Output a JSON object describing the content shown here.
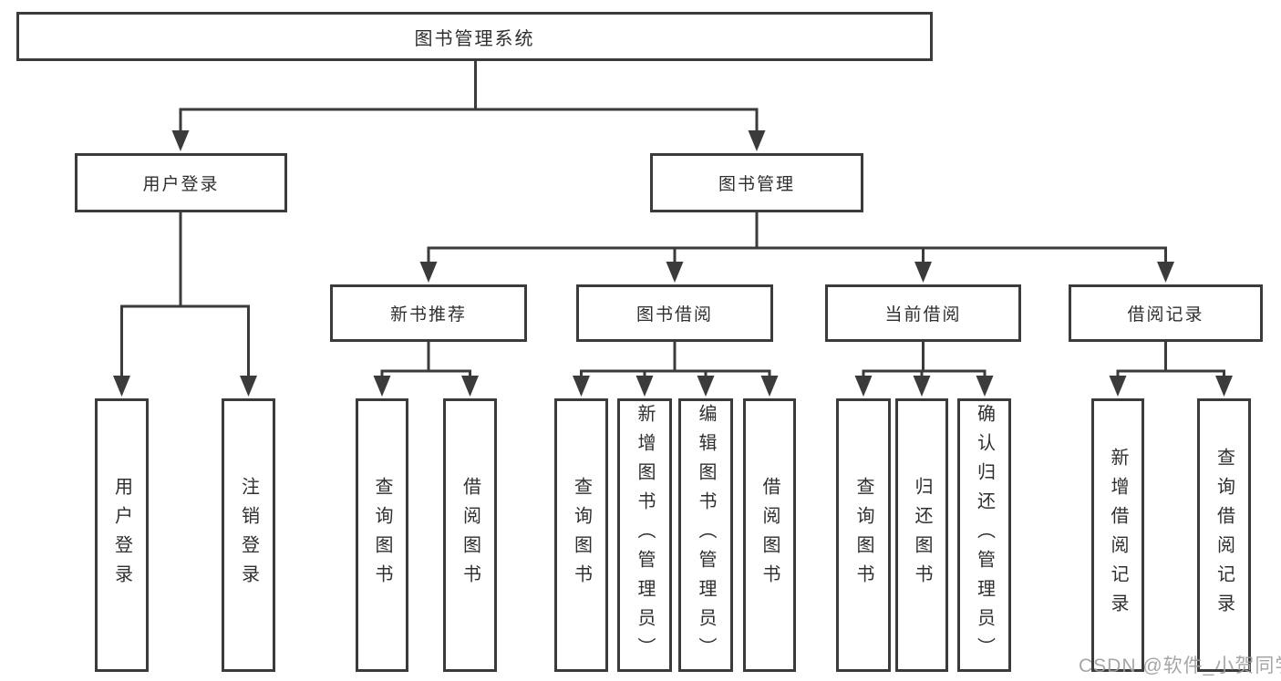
{
  "diagram": {
    "root_label": "图书管理系统",
    "user_login": {
      "label": "用户登录",
      "children": [
        "用户登录",
        "注销登录"
      ]
    },
    "book_management": {
      "label": "图书管理",
      "groups": [
        {
          "label": "新书推荐",
          "children": [
            "查询图书",
            "借阅图书"
          ]
        },
        {
          "label": "图书借阅",
          "children": [
            "查询图书",
            "新增图书（管理员）",
            "编辑图书（管理员）",
            "借阅图书"
          ]
        },
        {
          "label": "当前借阅",
          "children": [
            "查询图书",
            "归还图书",
            "确认归还（管理员）"
          ]
        },
        {
          "label": "借阅记录",
          "children": [
            "新增借阅记录",
            "查询借阅记录"
          ]
        }
      ]
    }
  },
  "watermark": "CSDN @软件_小贺同学",
  "colors": {
    "line": "#3b3b3b",
    "text": "#2f2f2f",
    "watermark": "#9e9e9e"
  }
}
